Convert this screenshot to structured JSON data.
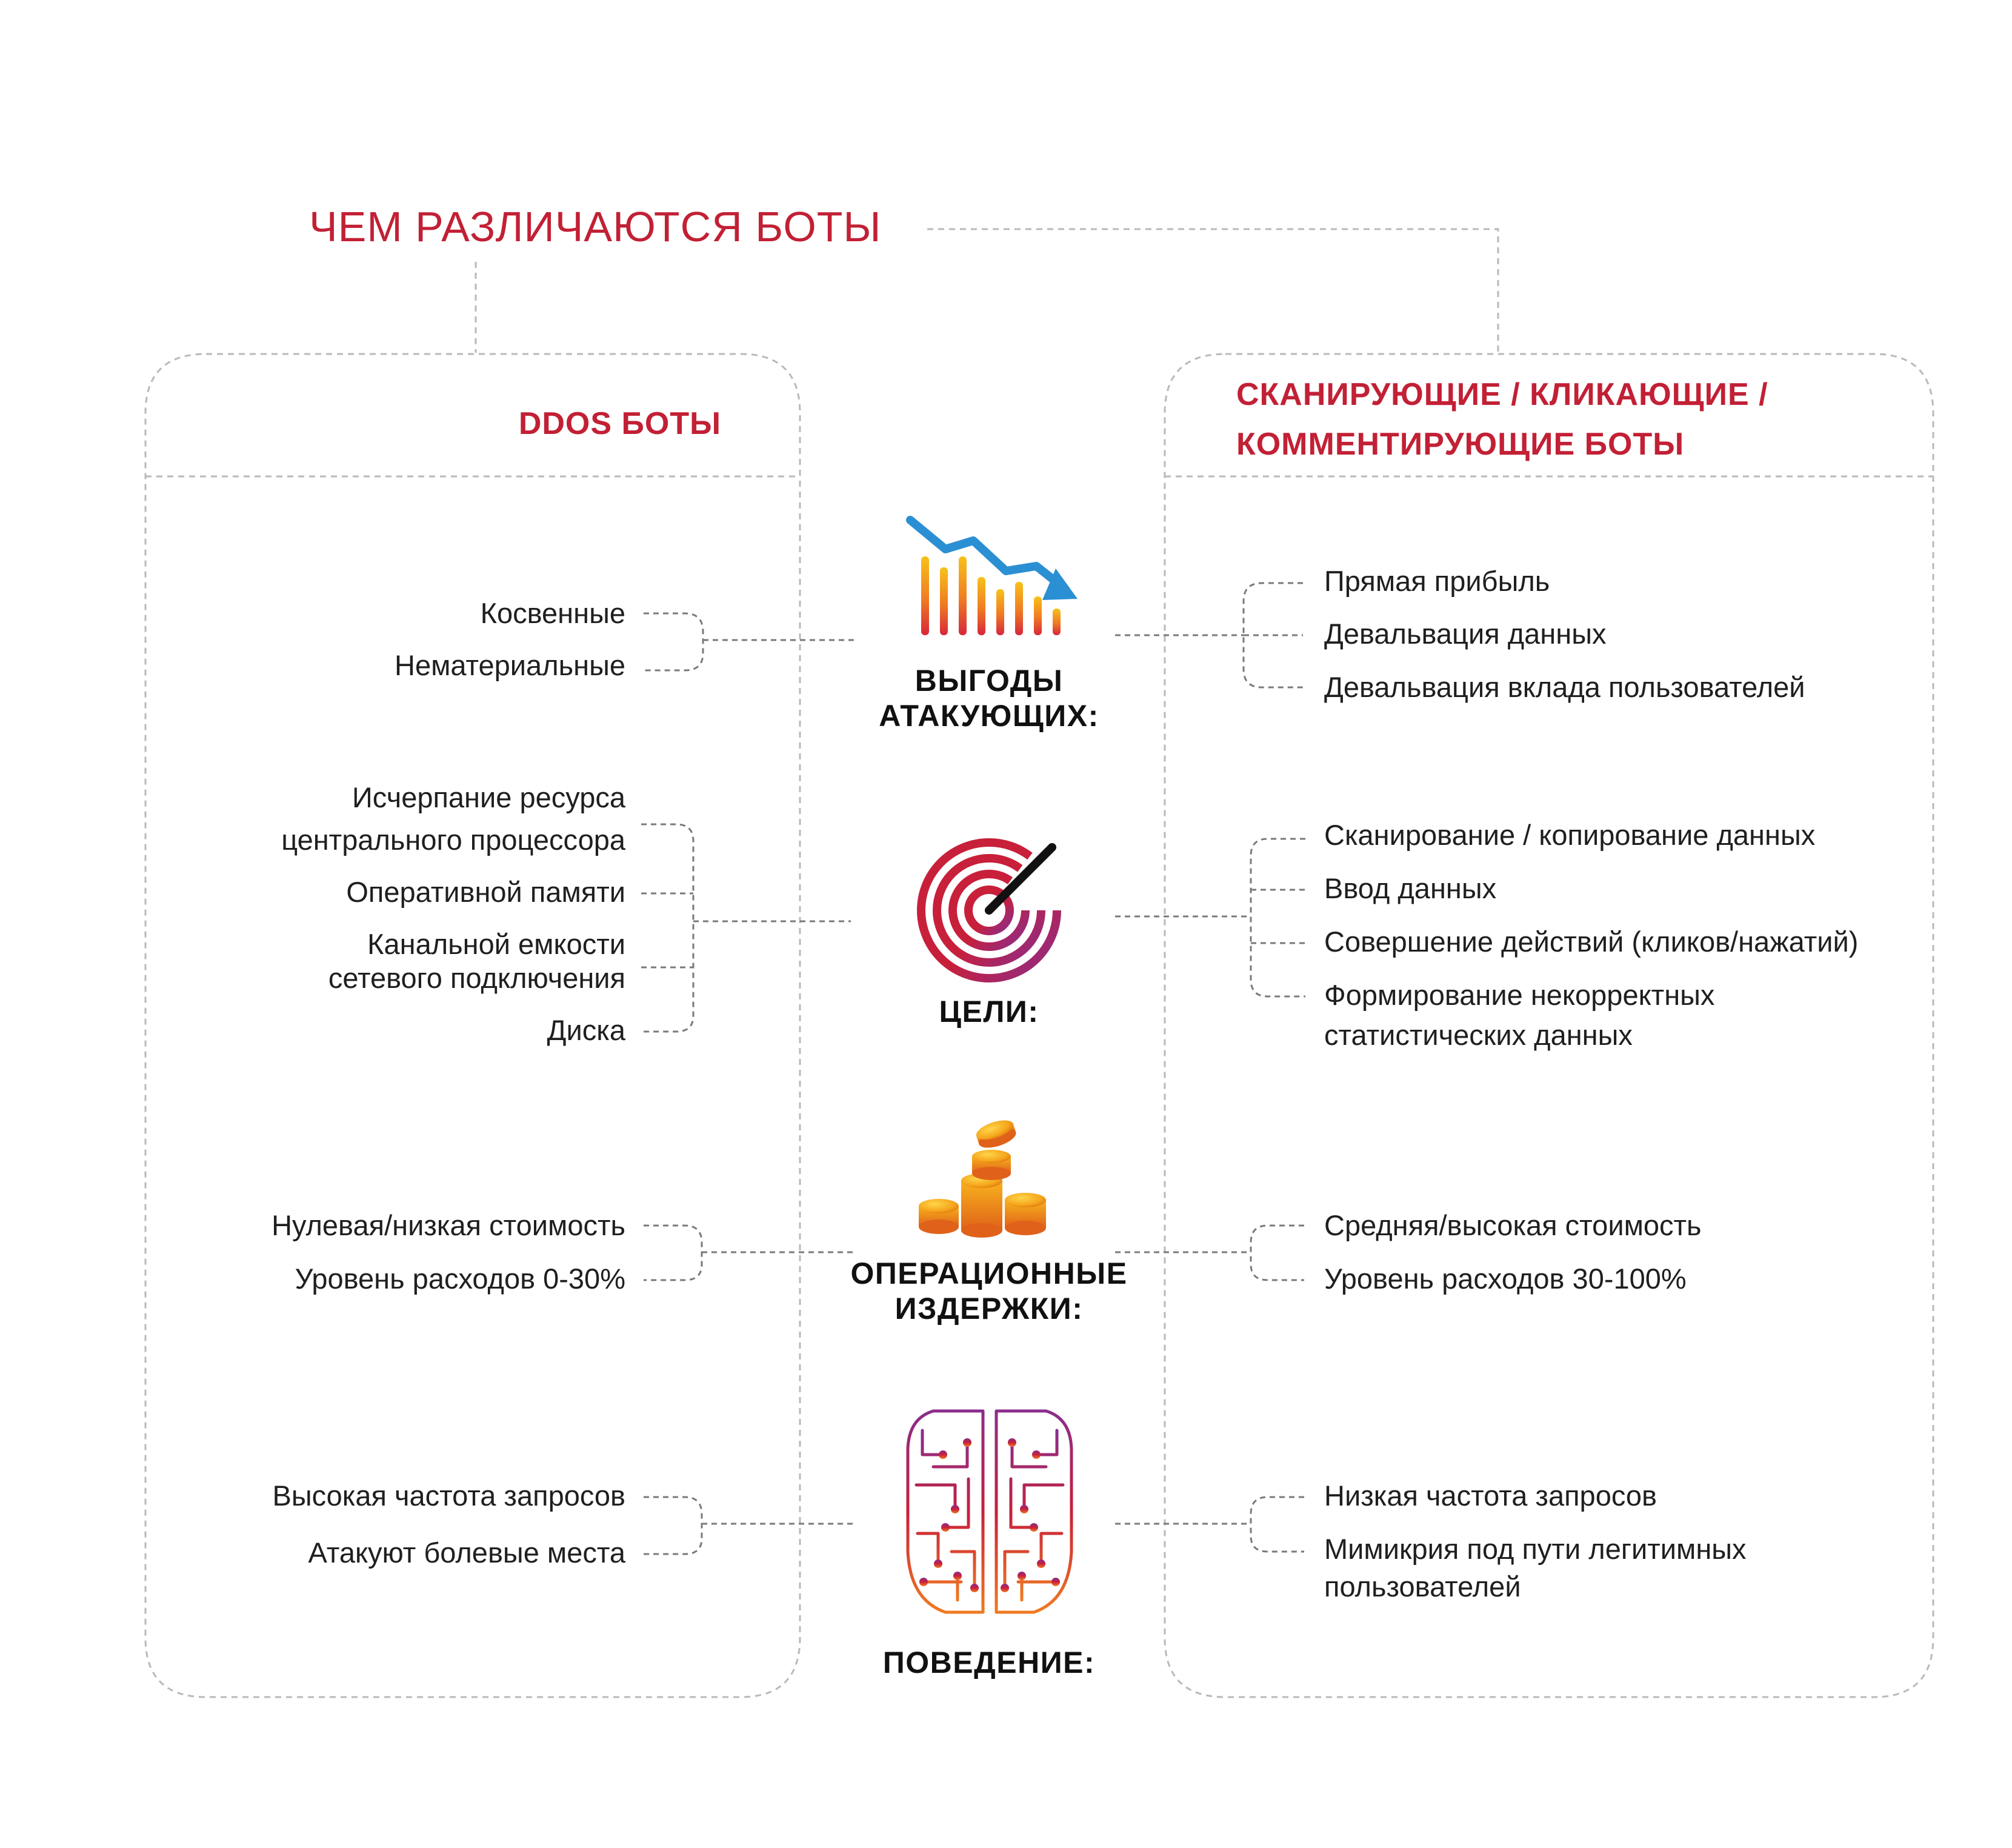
{
  "title": "ЧЕМ РАЗЛИЧАЮТСЯ БОТЫ",
  "colors": {
    "accent": "#c22035",
    "text": "#1f1f1f",
    "line": "#7a7a7a",
    "frame": "#b9b9b9",
    "arrow_blue": "#2b8fd3",
    "gradient_top": "#f7c21a",
    "gradient_bottom": "#c81f3f",
    "target_red": "#c8203a",
    "target_purple": "#8a2d8c",
    "coin_gold": "#f2a81c"
  },
  "left_column": {
    "header": "DDOS БОТЫ"
  },
  "right_column": {
    "header_line1": "СКАНИРУЮЩИЕ / КЛИКАЮЩИЕ /",
    "header_line2": "КОММЕНТИРУЮЩИЕ БОТЫ"
  },
  "categories": {
    "benefits": {
      "icon": "declining-chart-icon",
      "label_line1": "ВЫГОДЫ",
      "label_line2": "АТАКУЮЩИХ:",
      "left_items": [
        "Косвенные",
        "Нематериальные"
      ],
      "right_items": [
        "Прямая прибыль",
        "Девальвация данных",
        "Девальвация вклада пользователей"
      ]
    },
    "goals": {
      "icon": "target-icon",
      "label_line1": "ЦЕЛИ:",
      "left_items": [
        "Исчерпание ресурса",
        "центрального процессора",
        "Оперативной памяти",
        "Канальной емкости",
        "сетевого подключения",
        "Диска"
      ],
      "right_items": [
        "Сканирование / копирование данных",
        "Ввод данных",
        "Совершение действий (кликов/нажатий)",
        "Формирование некорректных",
        "статистических данных"
      ]
    },
    "costs": {
      "icon": "coins-icon",
      "label_line1": "ОПЕРАЦИОННЫЕ",
      "label_line2": "ИЗДЕРЖКИ:",
      "left_items": [
        "Нулевая/низкая стоимость",
        "Уровень расходов 0-30%"
      ],
      "right_items": [
        "Средняя/высокая стоимость",
        "Уровень расходов 30-100%"
      ]
    },
    "behavior": {
      "icon": "circuit-brain-icon",
      "label_line1": "ПОВЕДЕНИЕ:",
      "left_items": [
        "Высокая частота запросов",
        "Атакуют болевые места"
      ],
      "right_items": [
        "Низкая частота запросов",
        "Мимикрия под пути легитимных",
        "пользователей"
      ]
    }
  }
}
